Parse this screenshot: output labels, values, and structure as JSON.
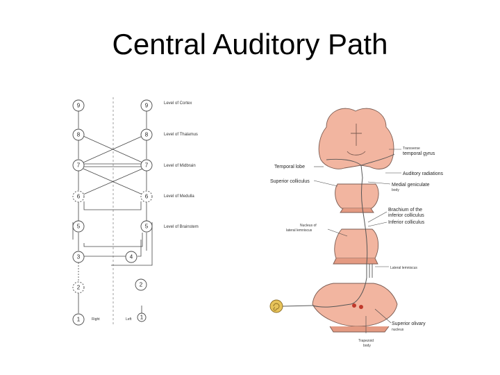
{
  "title": "Central Auditory Path",
  "schematic": {
    "levels": [
      "Level of Cortex",
      "Level of Thalamus",
      "Level of Midbrain",
      "Level of Medulla",
      "Level of Brainstem"
    ],
    "left_nodes": [
      "9",
      "8",
      "7",
      "6",
      "5",
      "3",
      "2",
      "1"
    ],
    "right_nodes": [
      "9",
      "8",
      "7",
      "6",
      "5",
      "4",
      "2",
      "1"
    ],
    "side_right": "Right",
    "side_left": "Left"
  },
  "anatomy": {
    "labels_left": {
      "temporal_lobe": "Temporal lobe",
      "superior_colliculus": "Superior colliculus",
      "nucleus_line1": "Nucleus of",
      "nucleus_line2": "lateral lemniscus"
    },
    "labels_right": {
      "transverse_line1": "Transverse",
      "transverse_line2": "temporal gyrus",
      "auditory_radiations": "Auditory radiations",
      "medial_line1": "Medial geniculate",
      "medial_line2": "body",
      "brachium_line1": "Brachium of the",
      "brachium_line2": "inferior colliculus",
      "inferior_colliculus": "Inferior colliculus",
      "lateral_lemniscus": "Lateral lemniscus",
      "superior_line1": "Superior olivary",
      "superior_line2": "nucleus",
      "trapezoid_line1": "Trapezoid",
      "trapezoid_line2": "body"
    },
    "colors": {
      "tissue": "#f2b5a0",
      "tissue_dark": "#e49a82",
      "outline": "#7a5a50",
      "cochlea": "#e7c35a"
    }
  }
}
